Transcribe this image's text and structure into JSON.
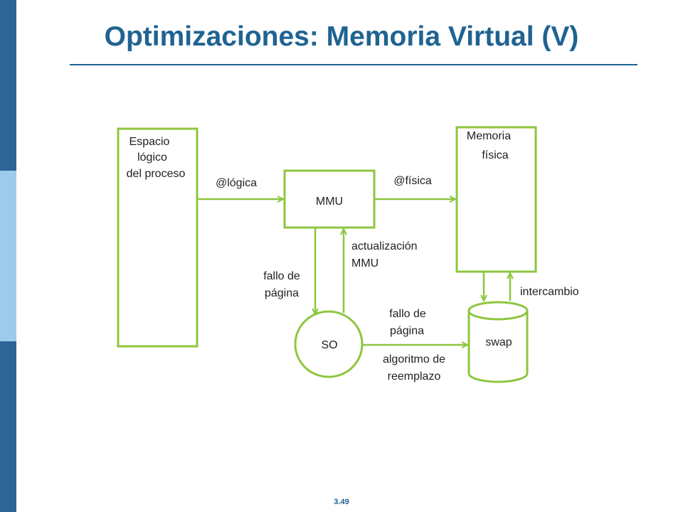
{
  "slide": {
    "title": "Optimizaciones: Memoria Virtual (V)",
    "page_number": "3.49"
  },
  "colors": {
    "accent": "#8DC63F",
    "title": "#1F6391",
    "sidebar_dark": "#2E6496",
    "sidebar_light": "#9ECBEB"
  },
  "diagram": {
    "espacio": [
      "Espacio",
      "lógico",
      "del proceso"
    ],
    "mmu": "MMU",
    "memoria": [
      "Memoria",
      "física"
    ],
    "so": "SO",
    "swap": "swap",
    "edge_logica": "@lógica",
    "edge_fisica": "@física",
    "edge_actualizacion": [
      "actualización",
      "MMU"
    ],
    "edge_fallo_left": [
      "fallo de",
      "página"
    ],
    "edge_fallo_swap": [
      "fallo de",
      "página"
    ],
    "edge_algoritmo": [
      "algoritmo de",
      "reemplazo"
    ],
    "edge_intercambio": "intercambio"
  }
}
